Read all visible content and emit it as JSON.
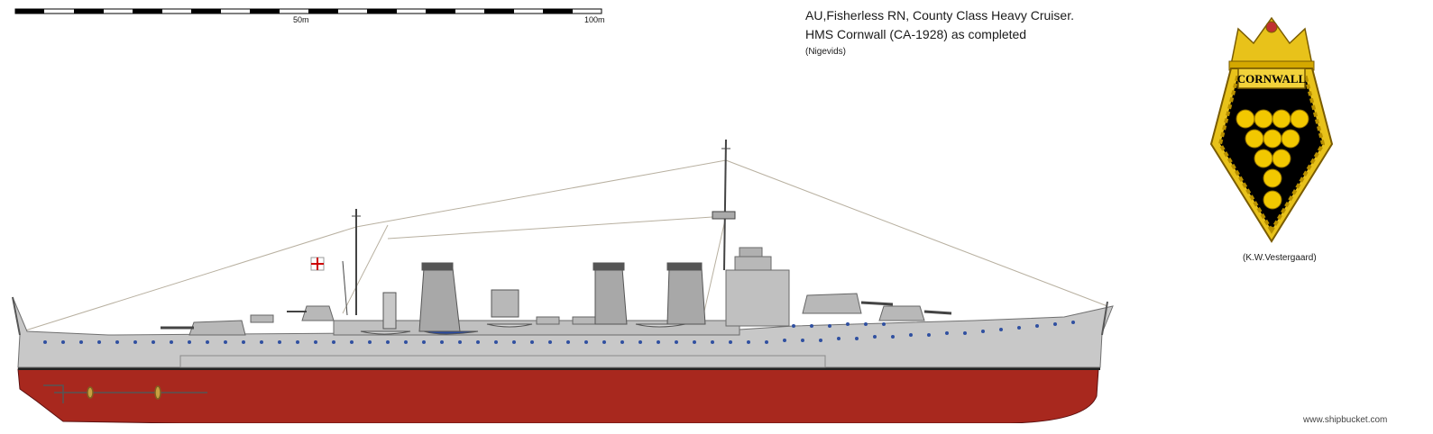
{
  "header": {
    "title_line1": "AU,Fisherless RN, County Class Heavy Cruiser.",
    "title_line2": "HMS Cornwall (CA-1928) as completed",
    "author_credit": "(Nigevids)"
  },
  "scale_bar": {
    "tick_50": "50m",
    "tick_100": "100m"
  },
  "crest": {
    "ship_name": "CORNWALL",
    "credit": "(K.W.Vestergaard)"
  },
  "footer": {
    "site": "www.shipbucket.com"
  },
  "colors": {
    "hull_grey": "#c8c8c8",
    "hull_red": "#a8281e",
    "crest_gold": "#e8c21a",
    "crest_black": "#000000"
  }
}
